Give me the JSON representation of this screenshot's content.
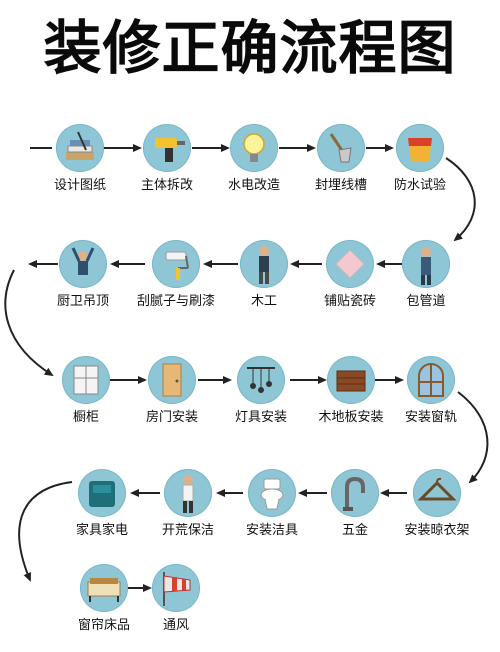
{
  "title": "装修正确流程图",
  "steps": [
    {
      "label": "设计图纸",
      "icon": "design-drawings-icon"
    },
    {
      "label": "主体拆改",
      "icon": "drill-icon"
    },
    {
      "label": "水电改造",
      "icon": "lightbulb-icon"
    },
    {
      "label": "封埋线槽",
      "icon": "shovel-icon"
    },
    {
      "label": "防水试验",
      "icon": "paint-bucket-icon"
    },
    {
      "label": "包管道",
      "icon": "plumber-worker-icon"
    },
    {
      "label": "铺贴瓷砖",
      "icon": "tile-icon"
    },
    {
      "label": "木工",
      "icon": "carpenter-icon"
    },
    {
      "label": "刮腻子与刷漆",
      "icon": "paint-roller-icon"
    },
    {
      "label": "厨卫吊顶",
      "icon": "ceiling-worker-icon"
    },
    {
      "label": "橱柜",
      "icon": "cabinet-icon"
    },
    {
      "label": "房门安装",
      "icon": "door-icon"
    },
    {
      "label": "灯具安装",
      "icon": "pendant-lights-icon"
    },
    {
      "label": "木地板安装",
      "icon": "wood-floor-icon"
    },
    {
      "label": "安装窗轨",
      "icon": "window-icon"
    },
    {
      "label": "安装晾衣架",
      "icon": "hanger-icon"
    },
    {
      "label": "五金",
      "icon": "faucet-icon"
    },
    {
      "label": "安装洁具",
      "icon": "toilet-icon"
    },
    {
      "label": "开荒保洁",
      "icon": "cleaner-icon"
    },
    {
      "label": "家具家电",
      "icon": "appliance-icon"
    },
    {
      "label": "窗帘床品",
      "icon": "bed-icon"
    },
    {
      "label": "通风",
      "icon": "windsock-icon"
    }
  ],
  "colors": {
    "circle": "#8ec6d6",
    "arrow": "#222222",
    "title": "#0a0a0a"
  }
}
